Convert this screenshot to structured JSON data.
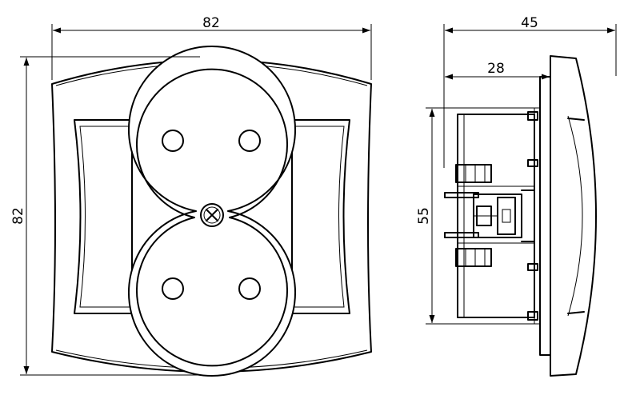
{
  "dimensions": {
    "front_width": "82",
    "front_height": "82",
    "side_depth_total": "45",
    "side_depth_inner": "28",
    "side_height": "55"
  }
}
